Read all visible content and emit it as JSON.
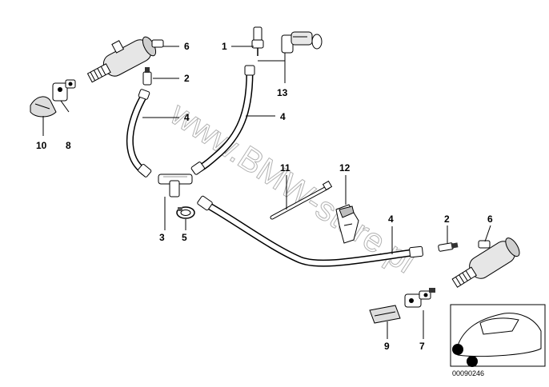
{
  "watermark": "www.BMW-store.pl",
  "image_code": "00090246",
  "callouts": [
    {
      "num": "6"
    },
    {
      "num": "2"
    },
    {
      "num": "4"
    },
    {
      "num": "10"
    },
    {
      "num": "8"
    },
    {
      "num": "1"
    },
    {
      "num": "13"
    },
    {
      "num": "4"
    },
    {
      "num": "3"
    },
    {
      "num": "5"
    },
    {
      "num": "11"
    },
    {
      "num": "12"
    },
    {
      "num": "4"
    },
    {
      "num": "2"
    },
    {
      "num": "6"
    },
    {
      "num": "7"
    },
    {
      "num": "9"
    }
  ]
}
